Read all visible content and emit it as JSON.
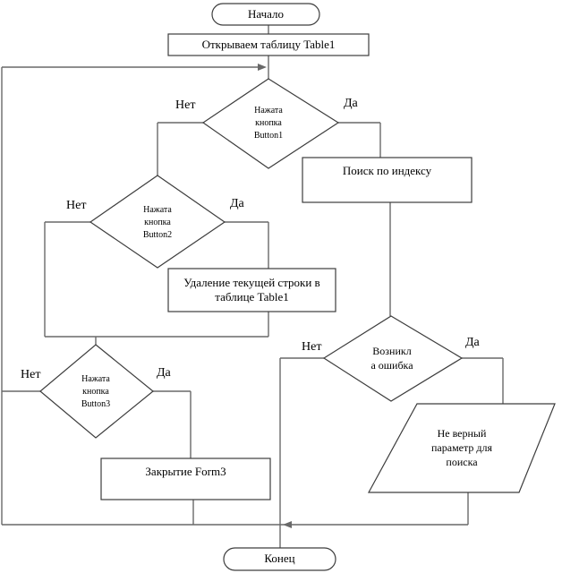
{
  "diagram": {
    "title": "flowchart",
    "nodes": {
      "start": "Начало",
      "open_table": "Открываем таблицу Table1",
      "button1": "Нажата\nкнопка\nButton1",
      "search_by_index": "Поиск по индексу",
      "button2": "Нажата\nкнопка\nButton2",
      "delete_row": "Удаление текущей строки в\nтаблице Table1",
      "button3": "Нажата\nкнопка\nButton3",
      "close_form": "Закрытие Form3",
      "error_check": "Возникл\nа ошибка",
      "wrong_param": "Не верный\nпараметр для\nпоиска",
      "end": "Конец"
    },
    "branches": {
      "button1_no": "Нет",
      "button1_yes": "Да",
      "button2_no": "Нет",
      "button2_yes": "Да",
      "button3_no": "Нет",
      "button3_yes": "Да",
      "error_no": "Нет",
      "error_yes": "Да"
    },
    "colors": {
      "line": "#696969",
      "shape_border": "#3d3d3d",
      "shape_fill": "#ffffff",
      "text": "#000000",
      "background": "#ffffff"
    }
  }
}
